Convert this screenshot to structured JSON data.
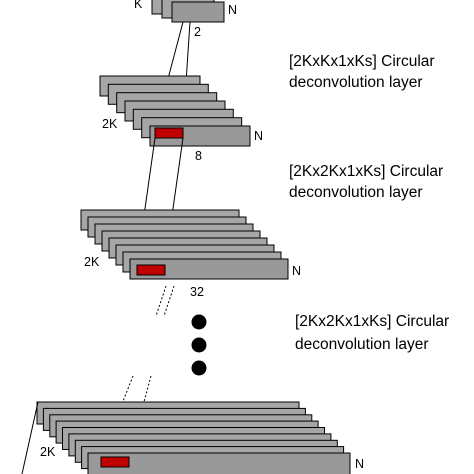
{
  "colors": {
    "layer_fill": "#a6a6a6",
    "layer_fill_front": "#999999",
    "layer_stroke": "#000000",
    "kernel_fill": "#c00000",
    "dots": "#000000"
  },
  "blocks": {
    "top": {
      "channel_label": "K",
      "size_label": "2",
      "depth_label": "N",
      "layers": 3
    },
    "second": {
      "channel_label": "2K",
      "size_label": "8",
      "depth_label": "N",
      "layers": 7
    },
    "third": {
      "channel_label": "2K",
      "size_label": "32",
      "depth_label": "N",
      "layers": 8
    },
    "bottom": {
      "channel_label": "2K",
      "depth_label": "N",
      "layers": 9
    }
  },
  "captions": {
    "first": {
      "line1": "[2KxKx1xKs] Circular",
      "line2": "deconvolution layer"
    },
    "second": {
      "line1": "[2Kx2Kx1xKs] Circular",
      "line2": "deconvolution layer"
    },
    "third": {
      "line1": "[2Kx2Kx1xKs] Circular",
      "line2": "deconvolution layer"
    }
  },
  "ellipsis_dots": 3
}
